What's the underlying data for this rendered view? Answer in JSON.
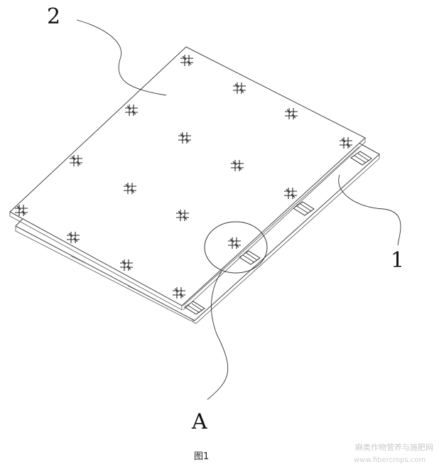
{
  "figure": {
    "labels": {
      "sheet_top": "2",
      "sheet_bottom": "1",
      "detail": "A"
    },
    "caption": "图1",
    "watermark": {
      "line1": "麻类作物营养与施肥网",
      "line2": "www.fibercrops.com"
    }
  }
}
